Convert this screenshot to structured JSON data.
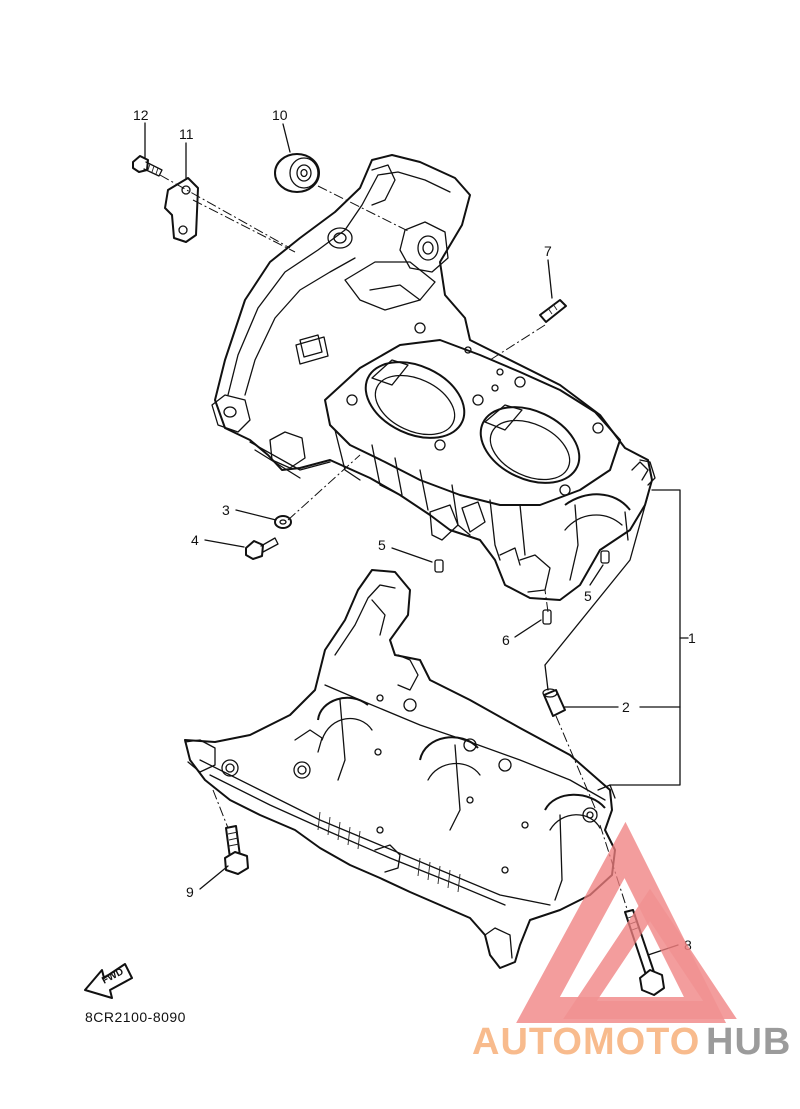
{
  "diagram": {
    "part_code": "8CR2100-8090",
    "fwd_label": "FWD",
    "callouts": [
      {
        "id": "1",
        "label": "1"
      },
      {
        "id": "2",
        "label": "2"
      },
      {
        "id": "3",
        "label": "3"
      },
      {
        "id": "4",
        "label": "4"
      },
      {
        "id": "5a",
        "label": "5"
      },
      {
        "id": "5b",
        "label": "5"
      },
      {
        "id": "6",
        "label": "6"
      },
      {
        "id": "7",
        "label": "7"
      },
      {
        "id": "8",
        "label": "8"
      },
      {
        "id": "9",
        "label": "9"
      },
      {
        "id": "10",
        "label": "10"
      },
      {
        "id": "11",
        "label": "11"
      },
      {
        "id": "12",
        "label": "12"
      }
    ]
  },
  "watermark": {
    "brand_part1": "AUTOMOTO",
    "brand_part2": "HUB",
    "color_primary": "#f7b07a",
    "color_secondary": "#8a8a8a",
    "triangle_color": "#f08080"
  }
}
